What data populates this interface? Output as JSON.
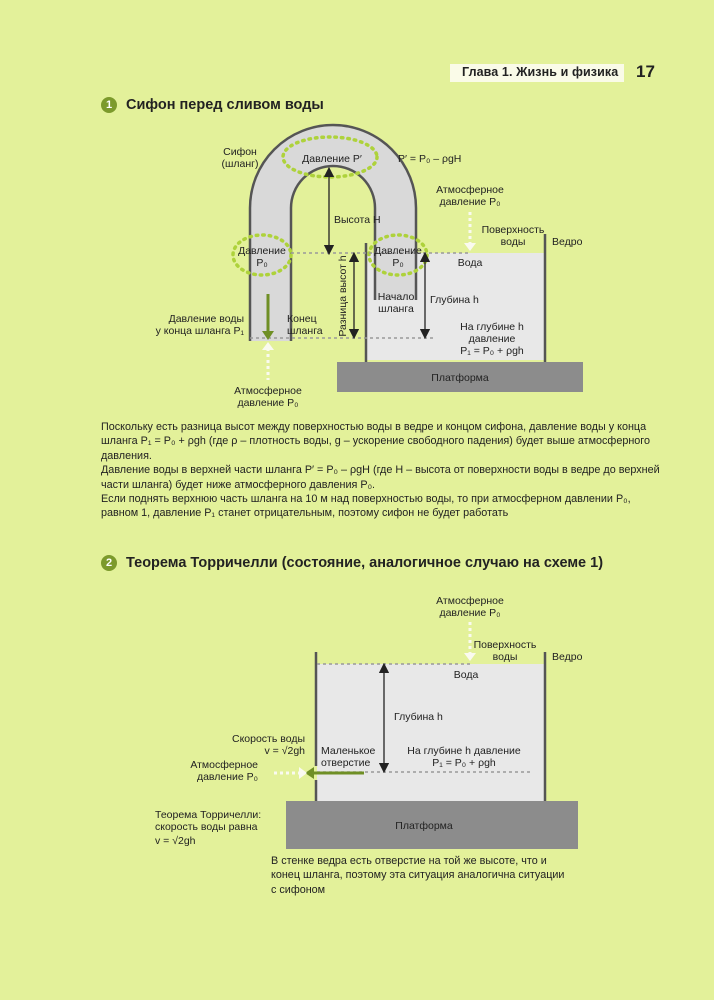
{
  "header": {
    "chapter": "Глава 1. Жизнь и физика",
    "page_number": "17"
  },
  "section1": {
    "badge": "1",
    "title": "Сифон перед сливом воды",
    "labels": {
      "siphon_1": "Сифон",
      "siphon_2": "(шланг)",
      "pressure_top": "Давление P′",
      "formula_top": "P′ = P₀ – ρgH",
      "atm_top_1": "Атмосферное",
      "atm_top_2": "давление P₀",
      "height_H": "Высота H",
      "surface_1": "Поверхность",
      "surface_2": "воды",
      "bucket": "Ведро",
      "pressure_left_1": "Давление",
      "pressure_left_2": "P₀",
      "pressure_right_1": "Давление",
      "pressure_right_2": "P₀",
      "water": "Вода",
      "height_diff": "Разница высот h",
      "start_1": "Начало",
      "start_2": "шланга",
      "depth": "Глубина h",
      "end_pressure_1": "Давление воды",
      "end_pressure_2": "у конца шланга P₁",
      "end_1": "Конец",
      "end_2": "шланга",
      "depth_pressure_1": "На глубине h",
      "depth_pressure_2": "давление",
      "depth_pressure_3": "P₁ = P₀ + ρgh",
      "platform": "Платформа",
      "atm_bottom_1": "Атмосферное",
      "atm_bottom_2": "давление P₀"
    },
    "paragraphs": [
      "Поскольку есть разница высот между поверхностью воды в ведре и концом сифона, давление воды у конца шланга P₁ = P₀ + ρgh (где ρ – плотность воды, g – ускорение свободного падения) будет выше атмосферного давления.",
      "Давление воды в верхней части шланга P′ = P₀ – ρgH (где H – высота от поверхности воды в ведре до верхней части шланга) будет ниже атмосферного давления P₀.",
      "Если поднять верхнюю часть шланга на 10 м над поверхностью воды, то при атмосферном давлении P₀, равном 1, давление P₁ станет отрицательным, поэтому сифон не будет работать"
    ]
  },
  "section2": {
    "badge": "2",
    "title": "Теорема Торричелли (состояние, аналогичное случаю на схеме 1)",
    "labels": {
      "atm_top_1": "Атмосферное",
      "atm_top_2": "давление P₀",
      "surface_1": "Поверхность",
      "surface_2": "воды",
      "bucket": "Ведро",
      "water": "Вода",
      "depth": "Глубина h",
      "velocity_1": "Скорость воды",
      "velocity_2": "v = √2gh",
      "atm_side_1": "Атмосферное",
      "atm_side_2": "давление P₀",
      "hole_1": "Маленькое",
      "hole_2": "отверстие",
      "depth_pressure_1": "На глубине h давление",
      "depth_pressure_2": "P₁ = P₀ + ρgh",
      "theorem_1": "Теорема Торричелли:",
      "theorem_2": "скорость воды равна",
      "theorem_3": "v = √2gh",
      "platform": "Платформа"
    },
    "caption": "В стенке ведра есть отверстие на той же высоте, что и конец шланга, поэтому эта ситуация аналогична ситуации с сифоном"
  },
  "colors": {
    "background": "#e3f19a",
    "water": "#e8e8e8",
    "hose": "#d9d9d9",
    "wall": "#555555",
    "platform": "#8c8c8c",
    "accent_green": "#6f8f25",
    "dots_green": "#aed23b",
    "arrow_white": "#fafaf0"
  }
}
